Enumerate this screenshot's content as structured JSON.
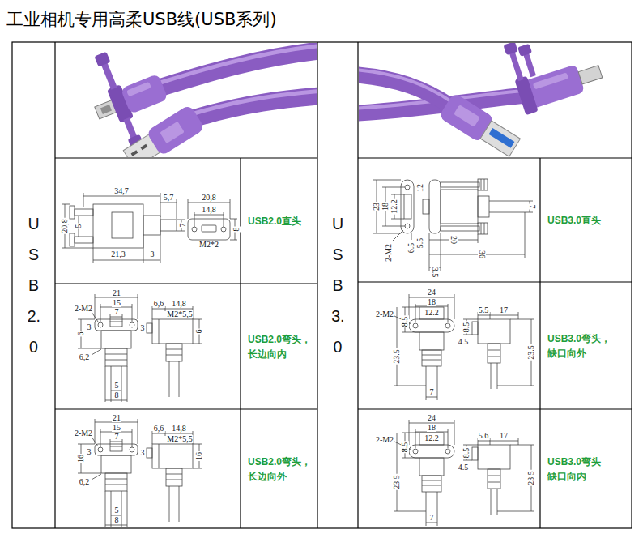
{
  "diagram": {
    "title": "工业相机专用高柔USB线(USB系列)",
    "nodes": [
      {
        "text": [
          "USB2.0"
        ]
      },
      {
        "text": [
          "USB2.0直头"
        ]
      },
      {
        "text": [
          "USB2.0弯头， 长边向内"
        ]
      },
      {
        "text": [
          "USB2.0弯头， 长边向外"
        ]
      },
      {
        "text": [
          "USB3.0"
        ]
      },
      {
        "text": [
          "USB3.0直头"
        ]
      },
      {
        "text": [
          "USB3.0弯头， 缺口向外"
        ]
      },
      {
        "text": [
          "USB3.0弯头 缺口向内"
        ]
      }
    ],
    "labels": [
      "34,7",
      "5,7",
      "20,8",
      "14,8",
      "20,8",
      "5",
      "7",
      "8",
      "M2*2",
      "21,3",
      "3",
      "21",
      "15",
      "7",
      "2-M2",
      "6",
      "3",
      "6,2",
      "5",
      "8",
      "6,6",
      "14,8",
      "M2*5,5",
      "3",
      "6",
      "21",
      "15",
      "7",
      "2-M2",
      "16",
      "3",
      "6,2",
      "5",
      "8",
      "6,6",
      "14,8",
      "M2*5,5",
      "3",
      "16",
      "23",
      "18",
      "12.2",
      "2-M2",
      "6.5",
      "12",
      "5.5",
      "20",
      "36",
      "3.5",
      "7",
      "24",
      "18",
      "12.2",
      "2-M2",
      "8.5",
      "23.5",
      "7",
      "5.5",
      "17",
      "8.5",
      "4.5",
      "23.5",
      "24",
      "18",
      "12.2",
      "2-M2",
      "8.5",
      "23.5",
      "7",
      "5.6",
      "17",
      "8.5",
      "4.5",
      "23.5"
    ]
  }
}
